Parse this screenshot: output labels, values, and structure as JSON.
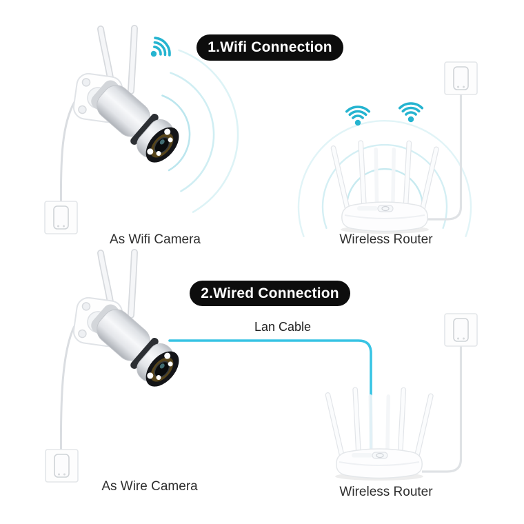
{
  "colors": {
    "background": "#ffffff",
    "accent_teal": "#25b4d0",
    "wave_teal": "#8fd6e2",
    "lan_cable": "#38c4e4",
    "power_cable": "#dadde1",
    "banner_bg": "#0d0d0d",
    "banner_text": "#ffffff",
    "label_text": "#2e2e2e"
  },
  "icons": {
    "wifi": "wifi-icon",
    "camera": "bullet-security-camera",
    "router": "wireless-router",
    "outlet": "power-outlet"
  },
  "sections": [
    {
      "banner_label": "1.Wifi Connection",
      "camera_label": "As Wifi Camera",
      "router_label": "Wireless Router"
    },
    {
      "banner_label": "2.Wired Connection",
      "camera_label": "As Wire Camera",
      "cable_label": "Lan Cable",
      "router_label": "Wireless Router"
    }
  ]
}
